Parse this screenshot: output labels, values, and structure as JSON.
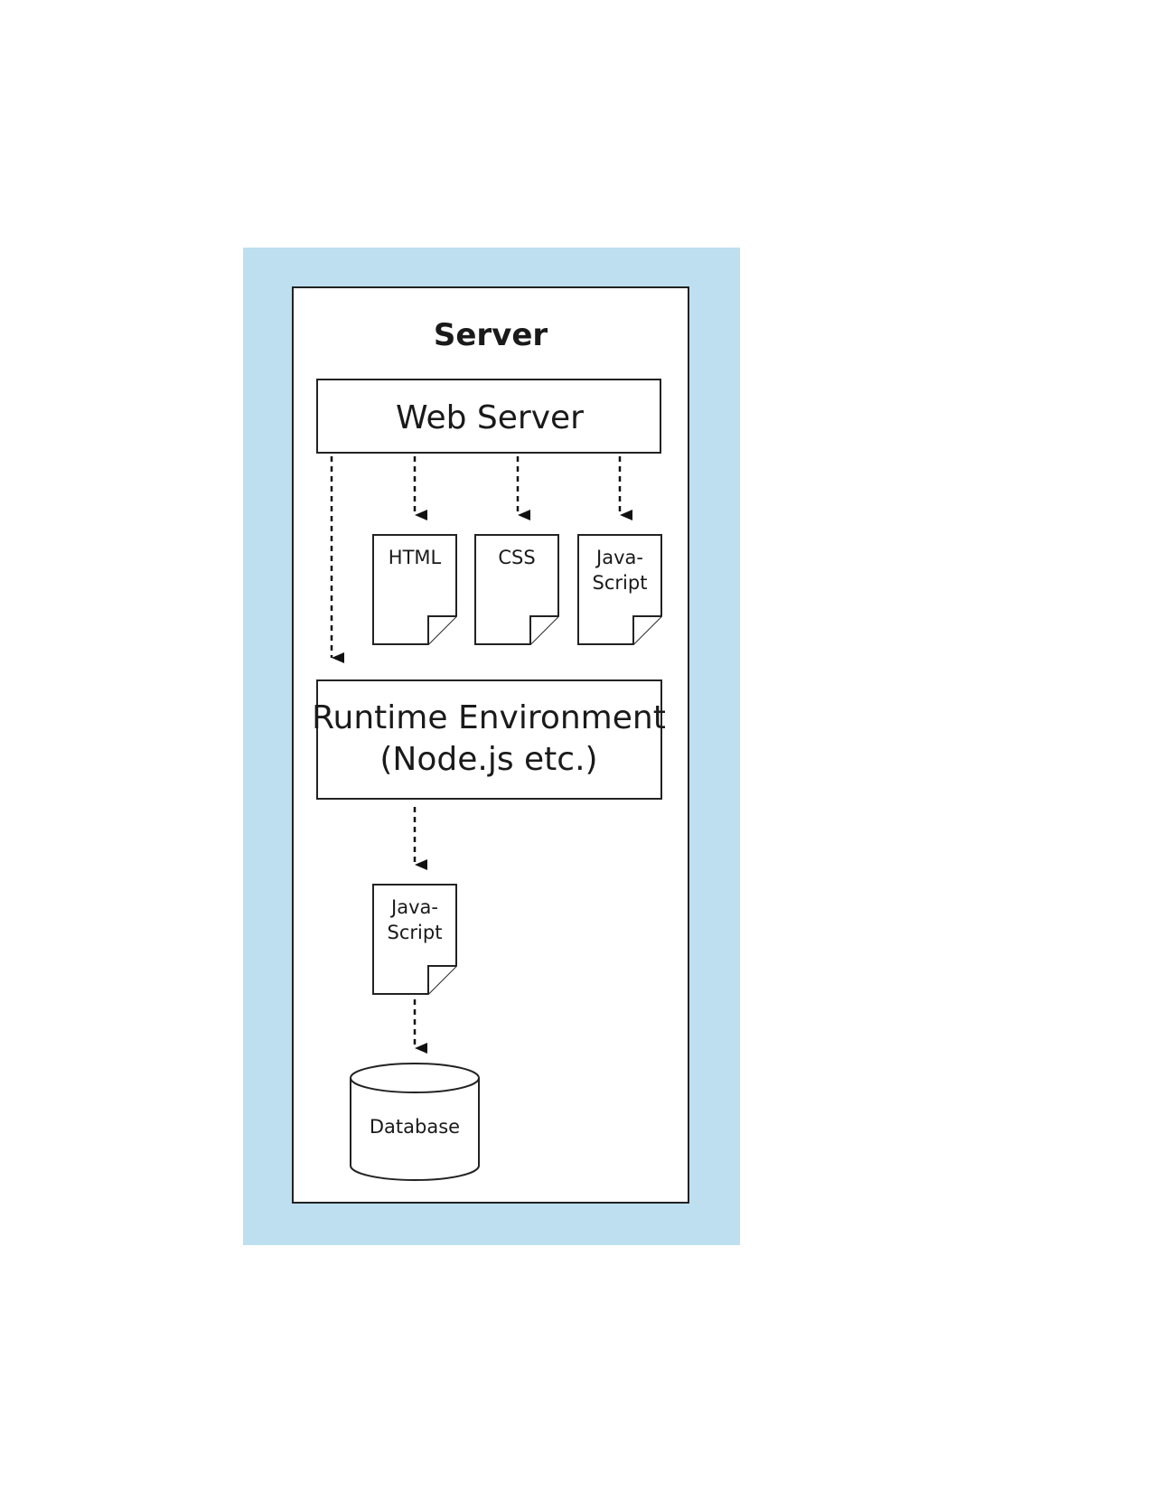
{
  "colors": {
    "background_panel": "#bddff0",
    "box_fill": "#ffffff",
    "stroke": "#222222"
  },
  "server": {
    "title": "Server"
  },
  "web_server": {
    "label": "Web Server"
  },
  "files_top": [
    {
      "lines": [
        "HTML"
      ],
      "icon": "document-icon"
    },
    {
      "lines": [
        "CSS"
      ],
      "icon": "document-icon"
    },
    {
      "lines": [
        "Java-",
        "Script"
      ],
      "icon": "document-icon"
    }
  ],
  "runtime": {
    "line1": "Runtime Environment",
    "line2": "(Node.js etc.)"
  },
  "file_bottom": {
    "lines": [
      "Java-",
      "Script"
    ],
    "icon": "document-icon"
  },
  "database": {
    "label": "Database",
    "icon": "database-icon"
  }
}
